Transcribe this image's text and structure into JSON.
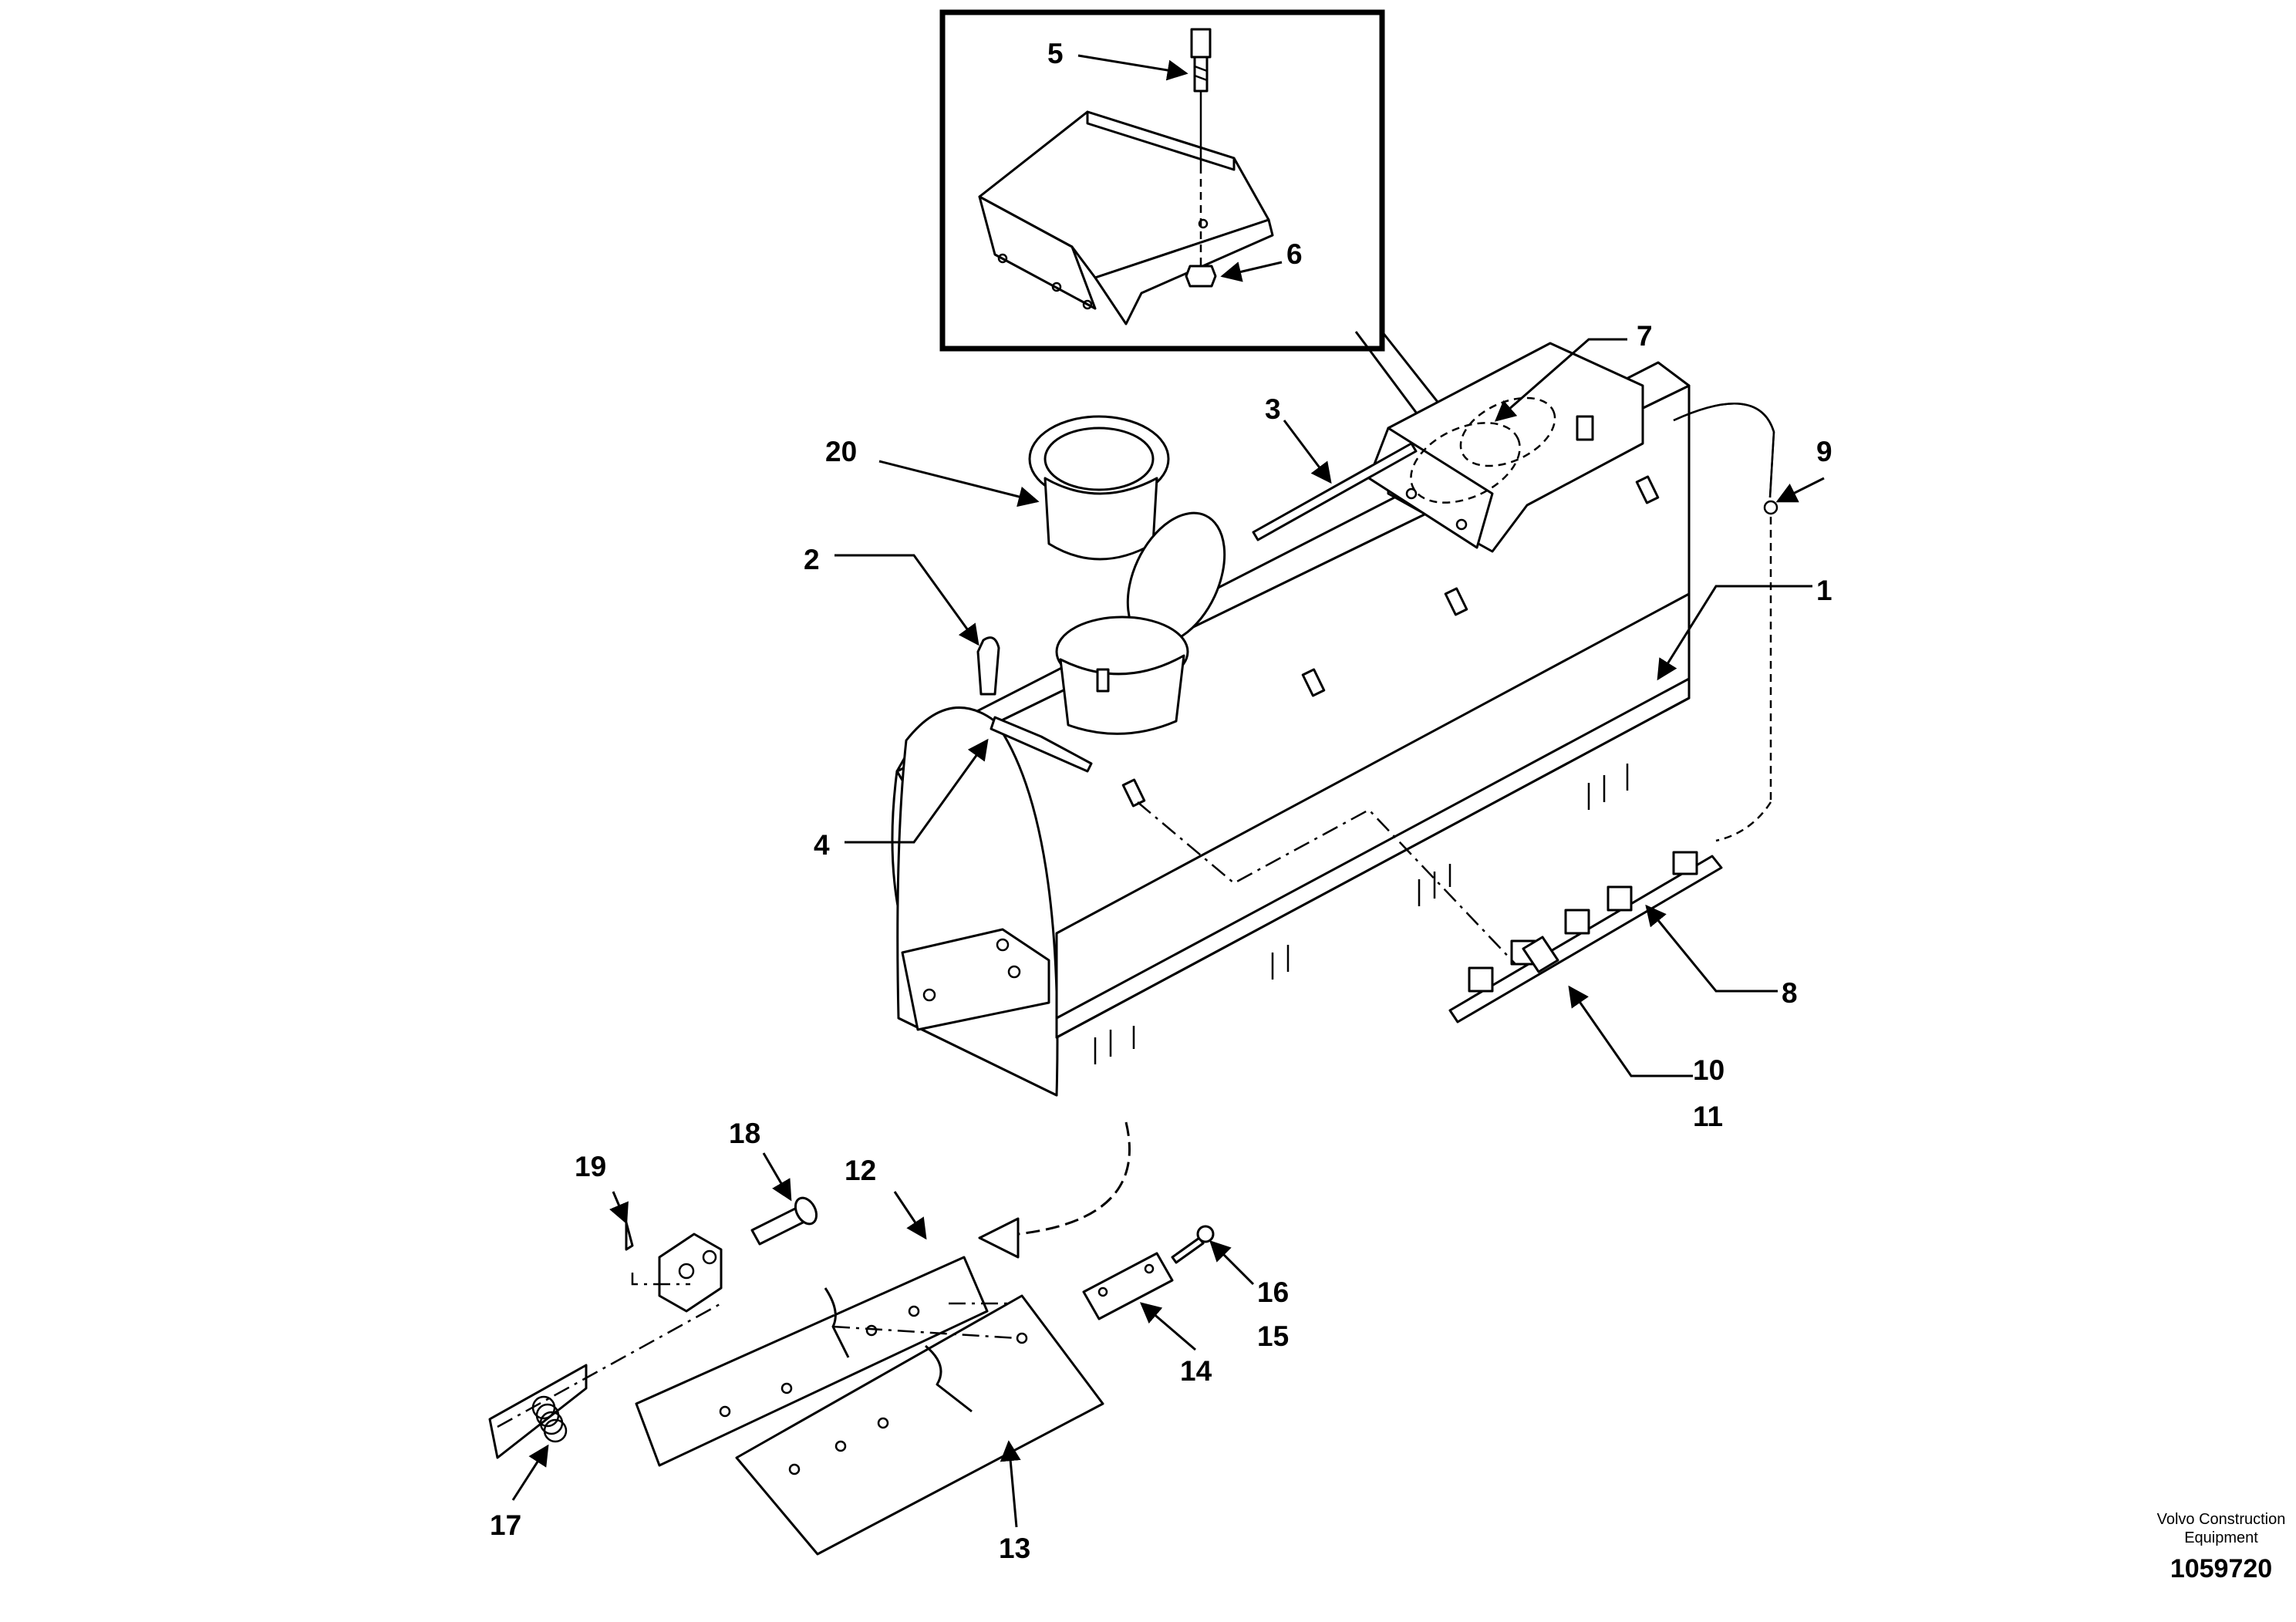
{
  "diagram": {
    "callouts": [
      {
        "id": "c1",
        "label": "1"
      },
      {
        "id": "c2",
        "label": "2"
      },
      {
        "id": "c3",
        "label": "3"
      },
      {
        "id": "c4",
        "label": "4"
      },
      {
        "id": "c5",
        "label": "5"
      },
      {
        "id": "c6",
        "label": "6"
      },
      {
        "id": "c7",
        "label": "7"
      },
      {
        "id": "c8",
        "label": "8"
      },
      {
        "id": "c9",
        "label": "9"
      },
      {
        "id": "c10",
        "label": "10"
      },
      {
        "id": "c11",
        "label": "11"
      },
      {
        "id": "c12",
        "label": "12"
      },
      {
        "id": "c13",
        "label": "13"
      },
      {
        "id": "c14",
        "label": "14"
      },
      {
        "id": "c15",
        "label": "15"
      },
      {
        "id": "c16",
        "label": "16"
      },
      {
        "id": "c17",
        "label": "17"
      },
      {
        "id": "c18",
        "label": "18"
      },
      {
        "id": "c19",
        "label": "19"
      },
      {
        "id": "c20",
        "label": "20"
      }
    ]
  },
  "footer": {
    "brand_line1": "Volvo Construction",
    "brand_line2": "Equipment",
    "figure_number": "1059720"
  }
}
